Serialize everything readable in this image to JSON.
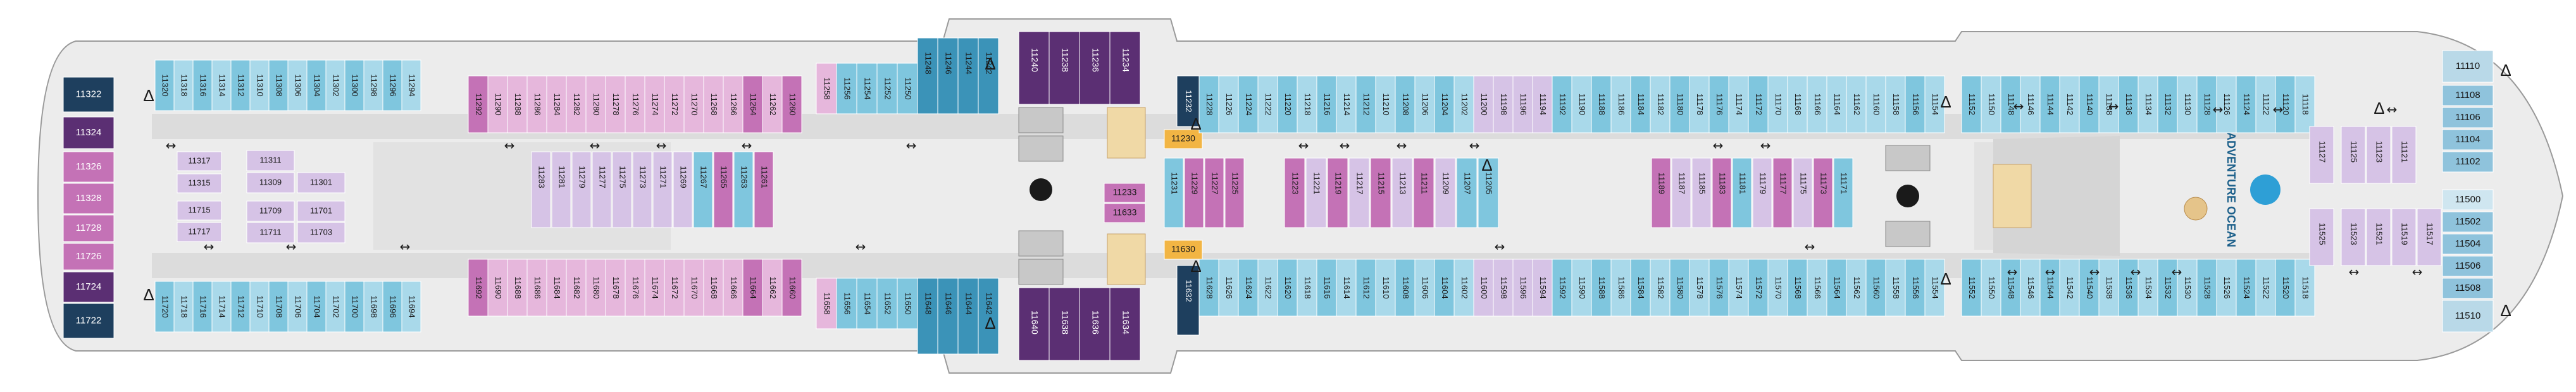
{
  "deck": {
    "colors": {
      "hull": "#ececec",
      "hull_stroke": "#9a9a9a",
      "corridor": "#dcdcdc",
      "balcony_blue": "#7fc6de",
      "ocean_blue": "#a9d9ea",
      "lavender": "#c9b6dd",
      "pink": "#e6b7dc",
      "magenta": "#c472b6",
      "purple_dark": "#5b2f73",
      "purple_mid": "#8e4a97",
      "suite_navy": "#1e3f5e",
      "teal": "#3b93b8",
      "orange": "#f2b544",
      "interior_purple": "#d6c3e6",
      "bow_blue": "#8fc3dc"
    },
    "icons": {
      "accessible": "accessible-icon",
      "connecting": "connecting-arrow-icon",
      "elevator": "elevator-icon",
      "kids_club": "adventure-ocean-icon"
    },
    "labels": {
      "adventure_ocean": "ADVENTURE OCEAN"
    },
    "cabins": {
      "aft_left_vertical": [
        {
          "id": "11322"
        },
        {
          "id": "11324"
        },
        {
          "id": "11326"
        },
        {
          "id": "11328"
        },
        {
          "id": "11728"
        },
        {
          "id": "11726"
        },
        {
          "id": "11724"
        },
        {
          "id": "11722"
        }
      ],
      "aft_left_inner": [
        {
          "id": "11317"
        },
        {
          "id": "11315"
        },
        {
          "id": "11715"
        },
        {
          "id": "11717"
        }
      ],
      "aft_interior": [
        {
          "id": "11311"
        },
        {
          "id": "11309"
        },
        {
          "id": "11301"
        },
        {
          "id": "11709"
        },
        {
          "id": "11701"
        },
        {
          "id": "11711"
        },
        {
          "id": "11703"
        }
      ],
      "top_row_aft": [
        "11320",
        "11318",
        "11316",
        "11314",
        "11312",
        "11310",
        "11308",
        "11306",
        "11304",
        "11302",
        "11300",
        "11298",
        "11296",
        "11294"
      ],
      "top_row_aft_pink": [
        "11292",
        "11290",
        "11288",
        "11286",
        "11284",
        "11282",
        "11280",
        "11278",
        "11276",
        "11274",
        "11272",
        "11270",
        "11268",
        "11266",
        "11264",
        "11262",
        "11260"
      ],
      "top_row_mid": [
        "11258",
        "11256",
        "11254",
        "11252",
        "11250",
        "11248",
        "11246",
        "11244",
        "11242"
      ],
      "top_suites": [
        "11240",
        "11238",
        "11236",
        "11234"
      ],
      "bottom_row_aft": [
        "11720",
        "11718",
        "11716",
        "11714",
        "11712",
        "11710",
        "11708",
        "11706",
        "11704",
        "11702",
        "11700",
        "11698",
        "11696",
        "11694"
      ],
      "bottom_row_aft_pink": [
        "11692",
        "11690",
        "11688",
        "11686",
        "11684",
        "11682",
        "11680",
        "11678",
        "11676",
        "11674",
        "11672",
        "11670",
        "11668",
        "11666",
        "11664",
        "11662",
        "11660"
      ],
      "bottom_row_mid": [
        "11658",
        "11656",
        "11654",
        "11652",
        "11650",
        "11648",
        "11646",
        "11644",
        "11642"
      ],
      "bottom_suites": [
        "11640",
        "11638",
        "11636",
        "11634"
      ],
      "inner_aft_top": [
        "11283",
        "11281",
        "11279",
        "11277",
        "11275",
        "11273",
        "11271",
        "11269",
        "11267",
        "11265",
        "11263",
        "11261"
      ],
      "center_small": [
        "11230",
        "11233",
        "11633",
        "11630",
        "11231",
        "11229",
        "11227",
        "11225",
        "11632",
        "11232"
      ],
      "inner_fwd_top": [
        "11223",
        "11221",
        "11219",
        "11217",
        "11215",
        "11213",
        "11211",
        "11209",
        "11207",
        "11205"
      ],
      "top_row_fwd": [
        "11228",
        "11226",
        "11224",
        "11222",
        "11220",
        "11218",
        "11216",
        "11214",
        "11212",
        "11210",
        "11208",
        "11206",
        "11204",
        "11202",
        "11200",
        "11198",
        "11196",
        "11194",
        "11192",
        "11190",
        "11188",
        "11186",
        "11184",
        "11182",
        "11180",
        "11178",
        "11176",
        "11174",
        "11172",
        "11170",
        "11168",
        "11166",
        "11164",
        "11162",
        "11160",
        "11158",
        "11156",
        "11154",
        "11152",
        "11150",
        "11148",
        "11146",
        "11144",
        "11142",
        "11140",
        "11138",
        "11136",
        "11134",
        "11132",
        "11130",
        "11128",
        "11126",
        "11124",
        "11122",
        "11120",
        "11118"
      ],
      "bottom_row_fwd": [
        "11628",
        "11626",
        "11624",
        "11622",
        "11620",
        "11618",
        "11616",
        "11614",
        "11612",
        "11610",
        "11608",
        "11606",
        "11604",
        "11602",
        "11600",
        "11598",
        "11596",
        "11594",
        "11592",
        "11590",
        "11588",
        "11586",
        "11584",
        "11582",
        "11580",
        "11578",
        "11576",
        "11574",
        "11572",
        "11570",
        "11568",
        "11566",
        "11564",
        "11562",
        "11560",
        "11558",
        "11556",
        "11554",
        "11552",
        "11550",
        "11548",
        "11546",
        "11544",
        "11542",
        "11540",
        "11538",
        "11536",
        "11534",
        "11532",
        "11530",
        "11528",
        "11526",
        "11524",
        "11522",
        "11520",
        "11518"
      ],
      "inner_fwd_mid": [
        "11189",
        "11187",
        "11185",
        "11183",
        "11181",
        "11179",
        "11177",
        "11175",
        "11173",
        "11171"
      ],
      "fwd_interior": [
        "11127",
        "11125",
        "11123",
        "11121",
        "11525",
        "11523",
        "11521",
        "11519",
        "11517"
      ],
      "bow_vertical": [
        {
          "id": "11110"
        },
        {
          "id": "11108"
        },
        {
          "id": "11106"
        },
        {
          "id": "11104"
        },
        {
          "id": "11102"
        },
        {
          "id": "11500"
        },
        {
          "id": "11502"
        },
        {
          "id": "11504"
        },
        {
          "id": "11506"
        },
        {
          "id": "11508"
        },
        {
          "id": "11510"
        }
      ]
    }
  }
}
